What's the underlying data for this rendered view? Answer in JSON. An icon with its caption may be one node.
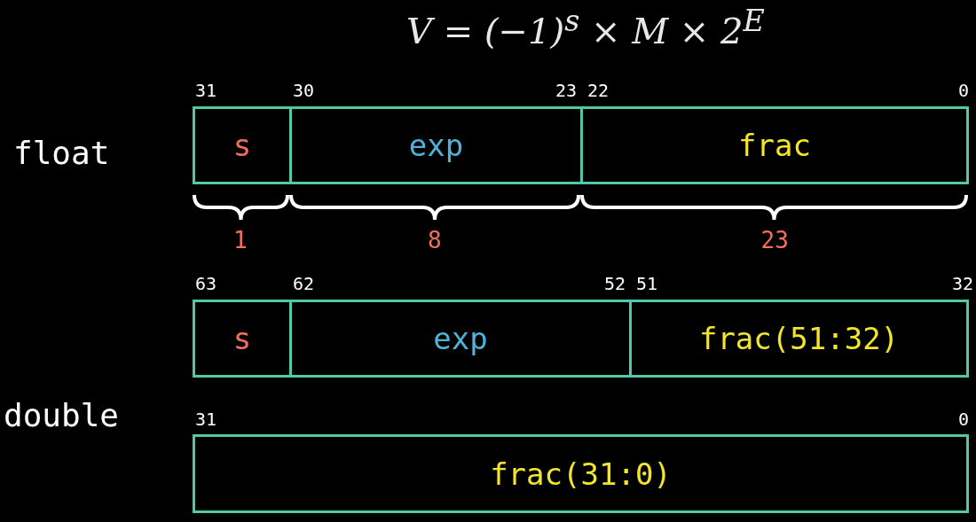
{
  "diagram": {
    "title": "V = (−1)$^{s}$ × M × 2$^{E}$",
    "nodes": [
      {
        "text": [
          "s"
        ]
      },
      {
        "text": [
          "exp"
        ]
      },
      {
        "text": [
          "frac"
        ]
      },
      {
        "text": [
          "s"
        ]
      },
      {
        "text": [
          "exp"
        ]
      },
      {
        "text": [
          "frac(51:32)"
        ]
      },
      {
        "text": [
          "frac(31:0)"
        ]
      }
    ],
    "edges": [],
    "labels": [
      "31",
      "30",
      "23",
      "22",
      "0",
      "float",
      "1",
      "8",
      "23",
      "63",
      "62",
      "52",
      "51",
      "32",
      "double",
      "31",
      "0"
    ]
  }
}
